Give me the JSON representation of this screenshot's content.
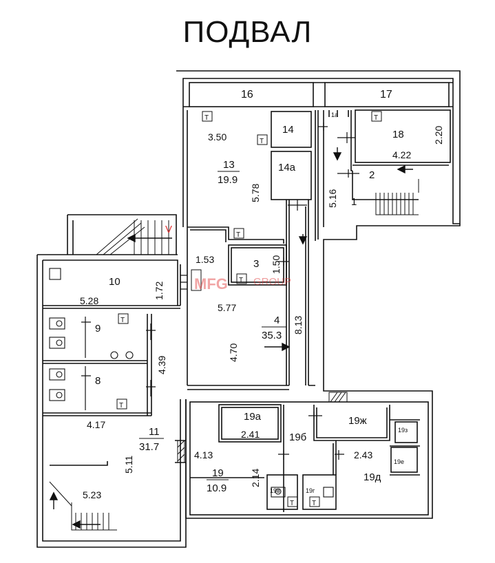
{
  "title": "ПОДВАЛ",
  "watermark": {
    "brand": "MFG",
    "suffix": "GROUP"
  },
  "rooms": {
    "r16": "16",
    "r17": "17",
    "r14": "14",
    "r14a": "14а",
    "r1a": "1а",
    "r18": "18",
    "r2": "2",
    "r1": "1",
    "r13_num": "13",
    "r13_area": "19.9",
    "r3": "3",
    "r10": "10",
    "r9": "9",
    "r8": "8",
    "r4_num": "4",
    "r4_area": "35.3",
    "r11_num": "11",
    "r11_area": "31.7",
    "r19a": "19а",
    "r19b": "19б",
    "r19zh": "19ж",
    "r19z": "19з",
    "r19e": "19е",
    "r19d": "19д",
    "r19v": "19в",
    "r19g": "19г",
    "r19_num": "19",
    "r19_area": "10.9"
  },
  "dimensions": {
    "d350": "3.50",
    "d578": "5.78",
    "d220": "2.20",
    "d422": "4.22",
    "d516": "5.16",
    "d153": "1.53",
    "d150": "1.50",
    "d172": "1.72",
    "d528": "5.28",
    "d577": "5.77",
    "d813": "8.13",
    "d470": "4.70",
    "d439": "4.39",
    "d417": "4.17",
    "d511": "5.11",
    "d523": "5.23",
    "d241": "2.41",
    "d413": "4.13",
    "d214": "2.14",
    "d243": "2.43"
  },
  "markers": {
    "v": "V",
    "t": "T"
  },
  "colors": {
    "lines": "#111111",
    "watermark": "#e23a3a",
    "vent": "#e23a3a"
  }
}
